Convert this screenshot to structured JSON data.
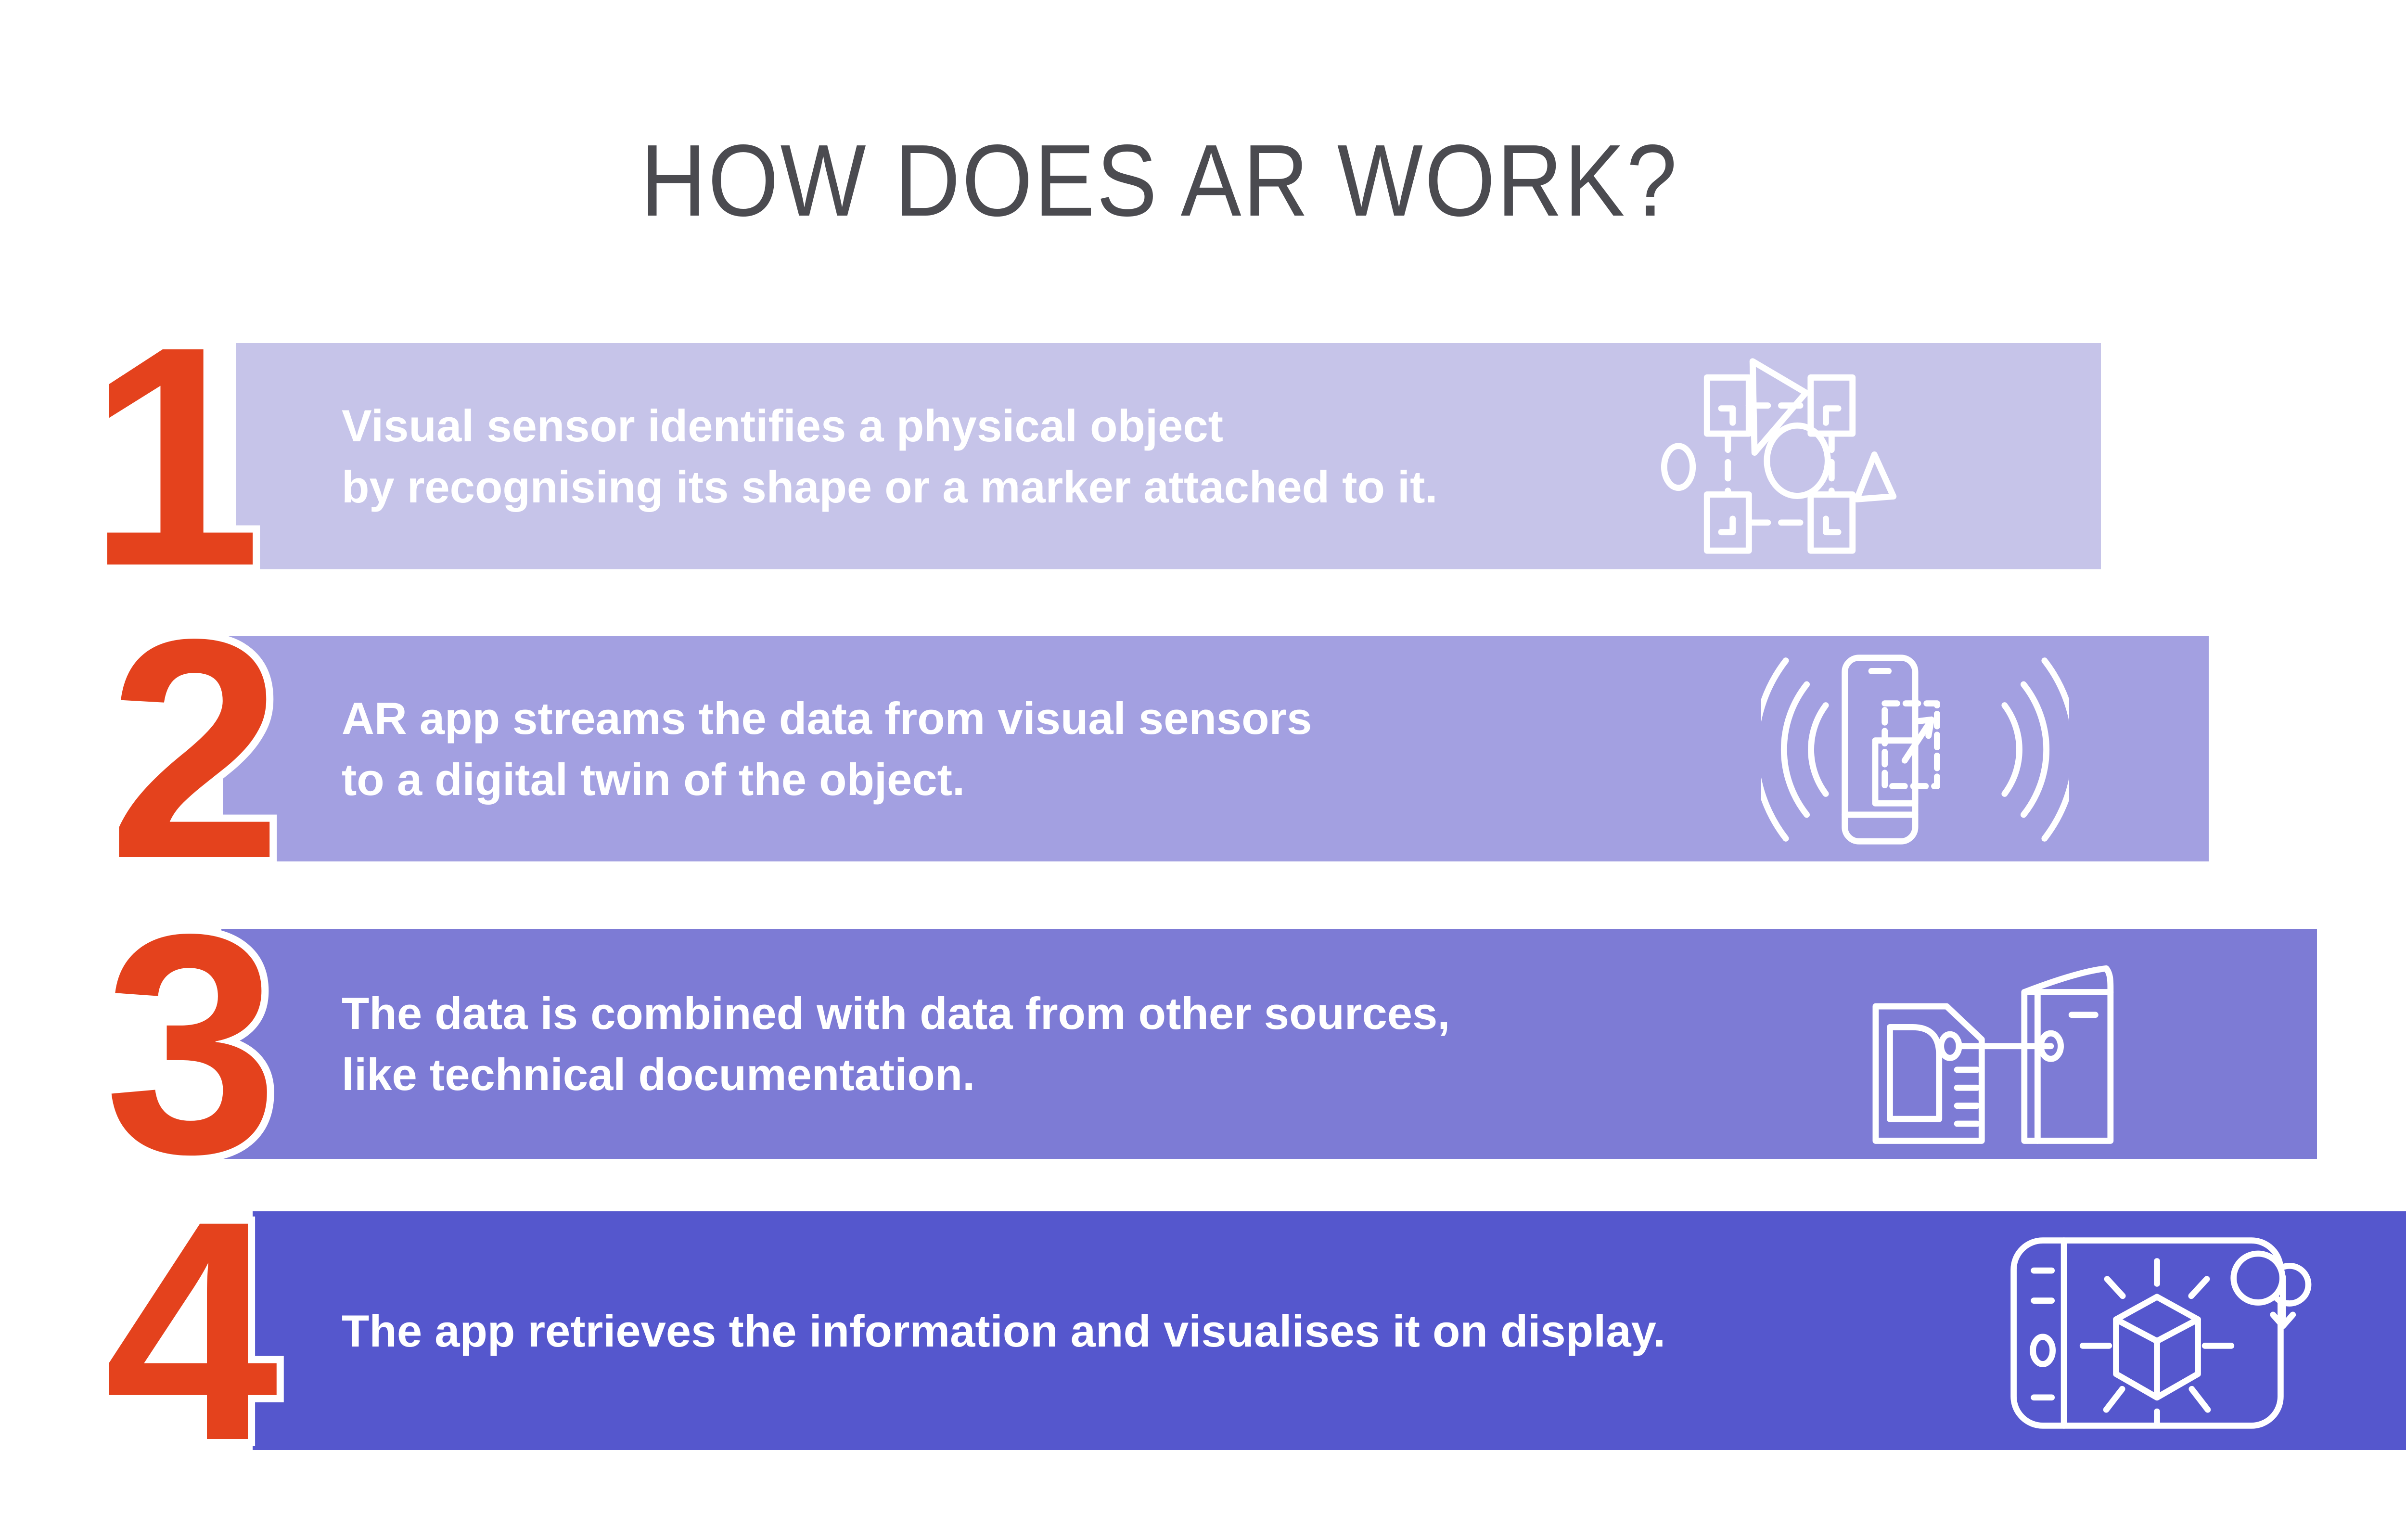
{
  "title": "HOW DOES AR WORK?",
  "colors": {
    "red": "#e4421d",
    "title_gray": "#4b4b50",
    "text_white": "#ffffff",
    "bar_1": "#c6c4e9",
    "bar_2": "#a3a0e1",
    "bar_3": "#7d7bd5",
    "bar_4": "#5557cd"
  },
  "steps": [
    {
      "number": "1",
      "icon": "object-recognition-icon",
      "bar_color": "#c6c4e9",
      "lines": [
        "Visual sensor identifies a physical object",
        "by recognising its shape or a marker attached to it."
      ]
    },
    {
      "number": "2",
      "icon": "phone-streaming-icon",
      "bar_color": "#a3a0e1",
      "lines": [
        "AR app streams the data from visual sensors",
        "to a digital twin of the object."
      ]
    },
    {
      "number": "3",
      "icon": "document-link-icon",
      "bar_color": "#7d7bd5",
      "lines": [
        "The data is combined with data from other sources,",
        "like technical documentation."
      ]
    },
    {
      "number": "4",
      "icon": "display-3d-cloud-icon",
      "bar_color": "#5557cd",
      "lines": [
        "The app retrieves the information and visualises it on display."
      ]
    }
  ]
}
